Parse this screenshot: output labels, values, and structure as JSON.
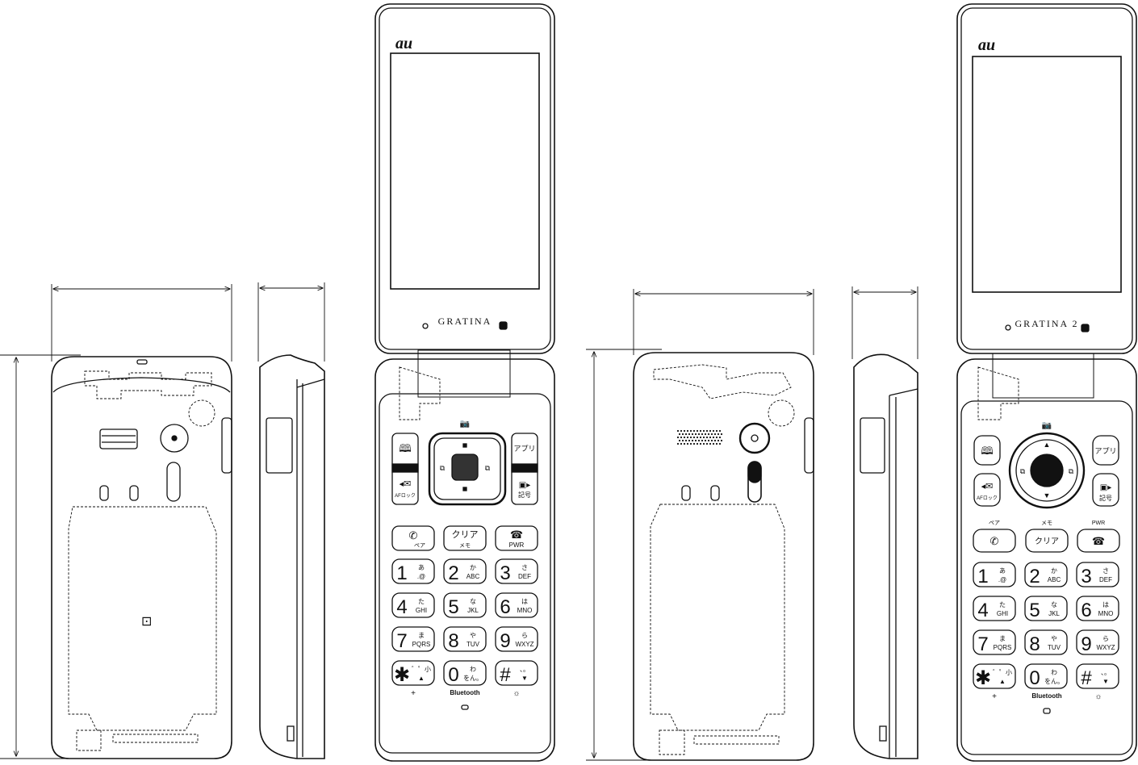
{
  "phone1": {
    "brand": "au",
    "model": "GRATINA",
    "softkey_right": "アプリ",
    "af_lock": "AFロック",
    "kigou": "記号",
    "clear_label": "クリア",
    "clear_sub": "メモ",
    "pair_sub": "ペア",
    "pwr_label": "PWR",
    "keys": [
      {
        "num": "1",
        "kana": "あ",
        "latin": ".@"
      },
      {
        "num": "2",
        "kana": "か",
        "latin": "ABC"
      },
      {
        "num": "3",
        "kana": "さ",
        "latin": "DEF"
      },
      {
        "num": "4",
        "kana": "た",
        "latin": "GHI"
      },
      {
        "num": "5",
        "kana": "な",
        "latin": "JKL"
      },
      {
        "num": "6",
        "kana": "は",
        "latin": "MNO"
      },
      {
        "num": "7",
        "kana": "ま",
        "latin": "PQRS"
      },
      {
        "num": "8",
        "kana": "や",
        "latin": "TUV"
      },
      {
        "num": "9",
        "kana": "ら",
        "latin": "WXYZ"
      },
      {
        "num": "✱",
        "kana": "゛゜小",
        "latin": "▲"
      },
      {
        "num": "0",
        "kana": "わ",
        "latin": "をん。"
      },
      {
        "num": "#",
        "kana": "、。",
        "latin": "▼"
      }
    ],
    "plus": "+",
    "bluetooth": "Bluetooth"
  },
  "phone2": {
    "brand": "au",
    "model": "GRATINA 2",
    "softkey_right": "アプリ",
    "af_lock": "AFロック",
    "kigou": "記号",
    "pair_top": "ペア",
    "memo_top": "メモ",
    "pwr_top": "PWR",
    "clear_label": "クリア",
    "keys": [
      {
        "num": "1",
        "kana": "あ",
        "latin": ".@"
      },
      {
        "num": "2",
        "kana": "か",
        "latin": "ABC"
      },
      {
        "num": "3",
        "kana": "さ",
        "latin": "DEF"
      },
      {
        "num": "4",
        "kana": "た",
        "latin": "GHI"
      },
      {
        "num": "5",
        "kana": "な",
        "latin": "JKL"
      },
      {
        "num": "6",
        "kana": "は",
        "latin": "MNO"
      },
      {
        "num": "7",
        "kana": "ま",
        "latin": "PQRS"
      },
      {
        "num": "8",
        "kana": "や",
        "latin": "TUV"
      },
      {
        "num": "9",
        "kana": "ら",
        "latin": "WXYZ"
      },
      {
        "num": "✱",
        "kana": "゛゜小",
        "latin": "▲"
      },
      {
        "num": "0",
        "kana": "わ",
        "latin": "をん。"
      },
      {
        "num": "#",
        "kana": "、。",
        "latin": "▼"
      }
    ],
    "plus": "+",
    "bluetooth": "Bluetooth"
  },
  "icons": [
    "phone-book-icon",
    "mail-icon",
    "camera-icon",
    "call-icon",
    "end-call-icon",
    "light-icon",
    "nfc-icon"
  ]
}
